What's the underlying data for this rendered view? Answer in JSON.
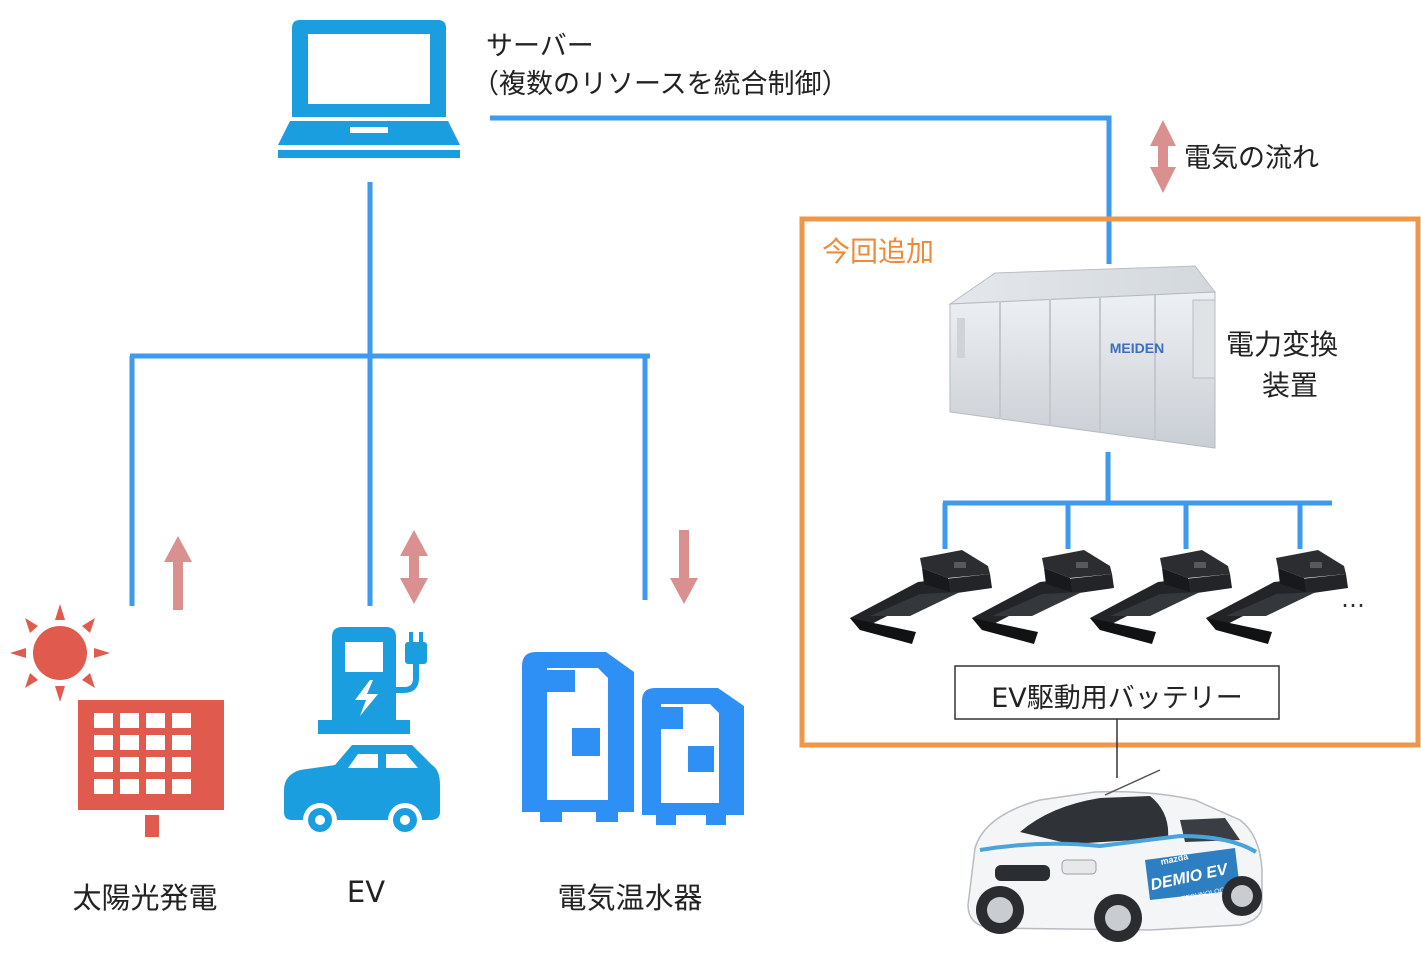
{
  "server": {
    "title": "サーバー",
    "subtitle": "（複数のリソースを統合制御）",
    "icon": "laptop-icon"
  },
  "legend": {
    "flow_label": "電気の流れ",
    "icon": "double-arrow-icon"
  },
  "resources": [
    {
      "label": "太陽光発電",
      "icon": "solar-panel-icon",
      "flow": "up"
    },
    {
      "label": "EV",
      "icon": "ev-charger-icon",
      "flow": "both"
    },
    {
      "label": "電気温水器",
      "icon": "water-heater-icon",
      "flow": "down"
    }
  ],
  "addition": {
    "title": "今回追加",
    "converter": {
      "brand": "MEIDEN",
      "label_line1": "電力変換",
      "label_line2": "装置"
    },
    "battery": {
      "count_shown": 4,
      "ellipsis": "…",
      "label": "EV駆動用バッテリー"
    },
    "car": {
      "badge": "DEMIO EV",
      "maker": "mazda",
      "sub": "TECHNOLOGY"
    }
  },
  "colors": {
    "line_blue": "#3d9af0",
    "icon_blue": "#1a9ee0",
    "heater_blue": "#2e8ff5",
    "arrow_pink": "#d9908f",
    "solar_red": "#e05a4e",
    "orange_frame": "#f0964a",
    "orange_text": "#ef8a3a"
  }
}
